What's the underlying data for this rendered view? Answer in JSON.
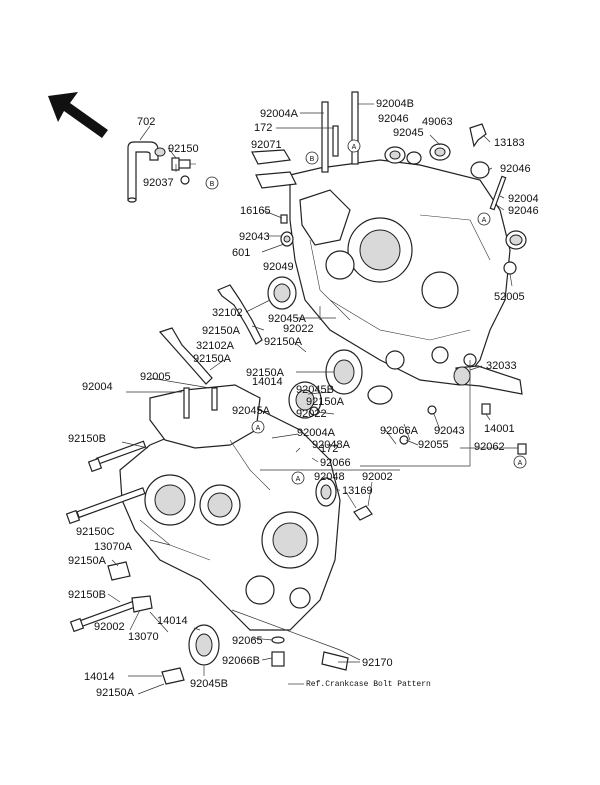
{
  "callouts": {
    "a": "A",
    "b": "B"
  },
  "footer_note": "Ref.Crankcase Bolt Pattern",
  "labels": [
    {
      "id": "l702",
      "text": "702"
    },
    {
      "id": "l92150_top",
      "text": "92150"
    },
    {
      "id": "l92037",
      "text": "92037"
    },
    {
      "id": "l92004A_top",
      "text": "92004A"
    },
    {
      "id": "l172_top",
      "text": "172"
    },
    {
      "id": "l92004B_top",
      "text": "92004B"
    },
    {
      "id": "l92046_a",
      "text": "92046"
    },
    {
      "id": "l92045_top",
      "text": "92045"
    },
    {
      "id": "l49063",
      "text": "49063"
    },
    {
      "id": "l13183",
      "text": "13183"
    },
    {
      "id": "l92071",
      "text": "92071"
    },
    {
      "id": "l92046_b",
      "text": "92046"
    },
    {
      "id": "l92004_right",
      "text": "92004"
    },
    {
      "id": "l92046_c",
      "text": "92046"
    },
    {
      "id": "l16165",
      "text": "16165"
    },
    {
      "id": "l92043_left",
      "text": "92043"
    },
    {
      "id": "l601",
      "text": "601"
    },
    {
      "id": "l92049",
      "text": "92049"
    },
    {
      "id": "l52005",
      "text": "52005"
    },
    {
      "id": "l32102",
      "text": "32102"
    },
    {
      "id": "l92045A_mid",
      "text": "92045A"
    },
    {
      "id": "l92150A_a",
      "text": "92150A"
    },
    {
      "id": "l92022_a",
      "text": "92022"
    },
    {
      "id": "l32102A",
      "text": "32102A"
    },
    {
      "id": "l92150A_b",
      "text": "92150A"
    },
    {
      "id": "l92150A_c",
      "text": "92150A"
    },
    {
      "id": "l32033",
      "text": "32033"
    },
    {
      "id": "l92004_left",
      "text": "92004"
    },
    {
      "id": "l92005",
      "text": "92005"
    },
    {
      "id": "l92150A_d",
      "text": "92150A"
    },
    {
      "id": "l14014_mid",
      "text": "14014"
    },
    {
      "id": "l92045B_mid",
      "text": "92045B"
    },
    {
      "id": "l92150A_e",
      "text": "92150A"
    },
    {
      "id": "l92045A_left",
      "text": "92045A"
    },
    {
      "id": "l92022_b",
      "text": "92022"
    },
    {
      "id": "l92066A",
      "text": "92066A"
    },
    {
      "id": "l92043_right",
      "text": "92043"
    },
    {
      "id": "l14001",
      "text": "14001"
    },
    {
      "id": "l92048A",
      "text": "92048A"
    },
    {
      "id": "l92055",
      "text": "92055"
    },
    {
      "id": "l92062",
      "text": "92062"
    },
    {
      "id": "l92004A_mid",
      "text": "92004A"
    },
    {
      "id": "l92150B_top",
      "text": "92150B"
    },
    {
      "id": "l172_mid",
      "text": "172"
    },
    {
      "id": "l92066",
      "text": "92066"
    },
    {
      "id": "l92048",
      "text": "92048"
    },
    {
      "id": "l92002_right",
      "text": "92002"
    },
    {
      "id": "l13169",
      "text": "13169"
    },
    {
      "id": "l92150C",
      "text": "92150C"
    },
    {
      "id": "l13070A",
      "text": "13070A"
    },
    {
      "id": "l92150A_f",
      "text": "92150A"
    },
    {
      "id": "l92150B_low",
      "text": "92150B"
    },
    {
      "id": "l14014_low",
      "text": "14014"
    },
    {
      "id": "l13070",
      "text": "13070"
    },
    {
      "id": "l92002_left",
      "text": "92002"
    },
    {
      "id": "l92065",
      "text": "92065"
    },
    {
      "id": "l92066B",
      "text": "92066B"
    },
    {
      "id": "l92170",
      "text": "92170"
    },
    {
      "id": "l14014_bot",
      "text": "14014"
    },
    {
      "id": "l92045B_bot",
      "text": "92045B"
    },
    {
      "id": "l92150A_bot",
      "text": "92150A"
    }
  ]
}
